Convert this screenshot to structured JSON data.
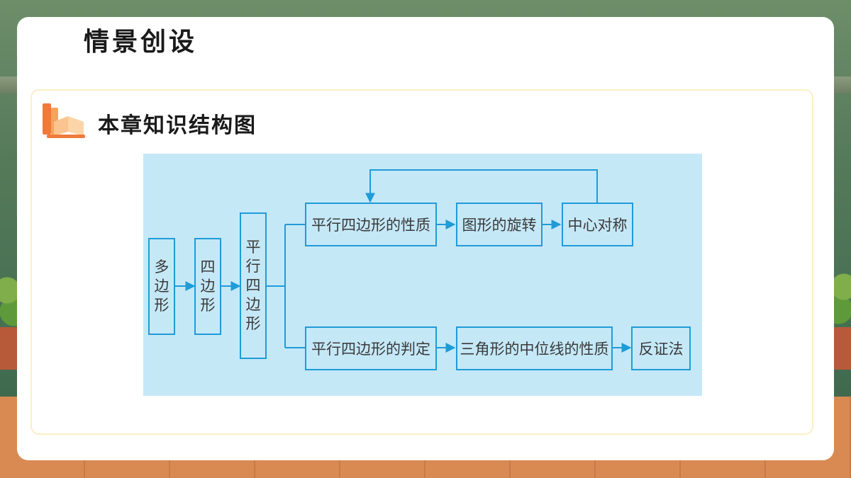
{
  "header": {
    "title": "情景创设"
  },
  "section": {
    "title": "本章知识结构图"
  },
  "diagram": {
    "nodes": {
      "polygon": "多边形",
      "quadrilateral": "四边形",
      "parallelogram": "平行四边形",
      "parallelogram_properties": "平行四边形的性质",
      "rotation": "图形的旋转",
      "central_symmetry": "中心对称",
      "parallelogram_criteria": "平行四边形的判定",
      "midline_properties": "三角形的中位线的性质",
      "proof_by_contradiction": "反证法"
    }
  },
  "colors": {
    "diagram_background": "#c5e8f7",
    "diagram_line": "#1f9bd8",
    "panel_border": "#fbefc6"
  },
  "icons": {
    "section_icon": "books-icon"
  }
}
